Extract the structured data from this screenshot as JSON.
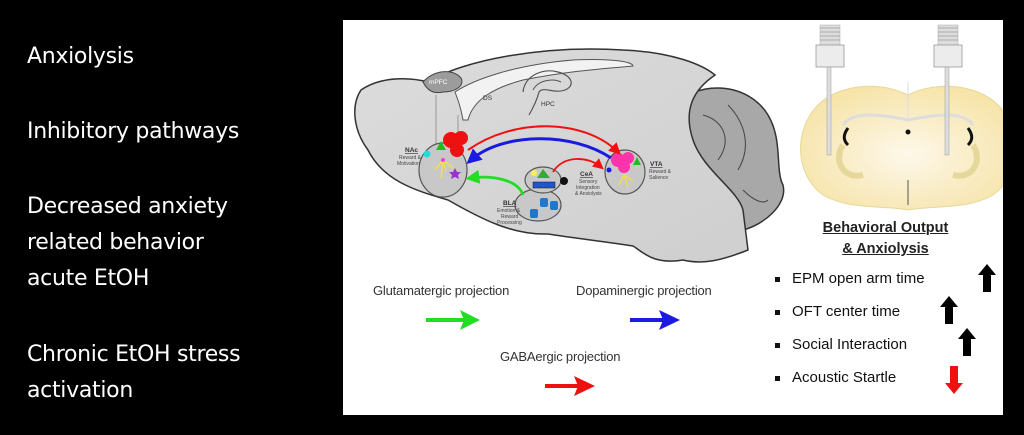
{
  "left_text": {
    "items": [
      {
        "lines": [
          "Anxiolysis"
        ]
      },
      {
        "lines": [
          "Inhibitory pathways"
        ]
      },
      {
        "lines": [
          "Decreased anxiety",
          "related behavior",
          "acute EtOH"
        ]
      },
      {
        "lines": [
          "Chronic EtOH stress",
          "activation"
        ]
      }
    ]
  },
  "figure": {
    "regions": {
      "mpfc": "mPFC",
      "ds": "DS",
      "hpc": "HPC",
      "nac": {
        "name": "NAc",
        "desc1": "Reward &",
        "desc2": "Motivation"
      },
      "bla": {
        "name": "BLA",
        "desc1": "Emotion &",
        "desc2": "Reward",
        "desc3": "Processing"
      },
      "cea": {
        "name": "CeA",
        "desc1": "Sensory",
        "desc2": "Integration",
        "desc3": "& Anxiolysis"
      },
      "vta": {
        "name": "VTA",
        "desc1": "Reward &",
        "desc2": "Salience"
      }
    },
    "legend": {
      "glutamatergic": {
        "label": "Glutamatergic projection",
        "color": "#22dd22"
      },
      "dopaminergic": {
        "label": "Dopaminergic projection",
        "color": "#1a1ae0"
      },
      "gabaergic": {
        "label": "GABAergic projection",
        "color": "#ee1111"
      }
    },
    "behavior": {
      "title_line1": "Behavioral Output",
      "title_line2": "& Anxiolysis",
      "items": [
        {
          "label": "EPM open arm time",
          "direction": "up",
          "color": "#000000"
        },
        {
          "label": "OFT center time",
          "direction": "up",
          "color": "#000000"
        },
        {
          "label": "Social Interaction",
          "direction": "up",
          "color": "#000000"
        },
        {
          "label": "Acoustic Startle",
          "direction": "down",
          "color": "#ee1111"
        }
      ]
    }
  }
}
